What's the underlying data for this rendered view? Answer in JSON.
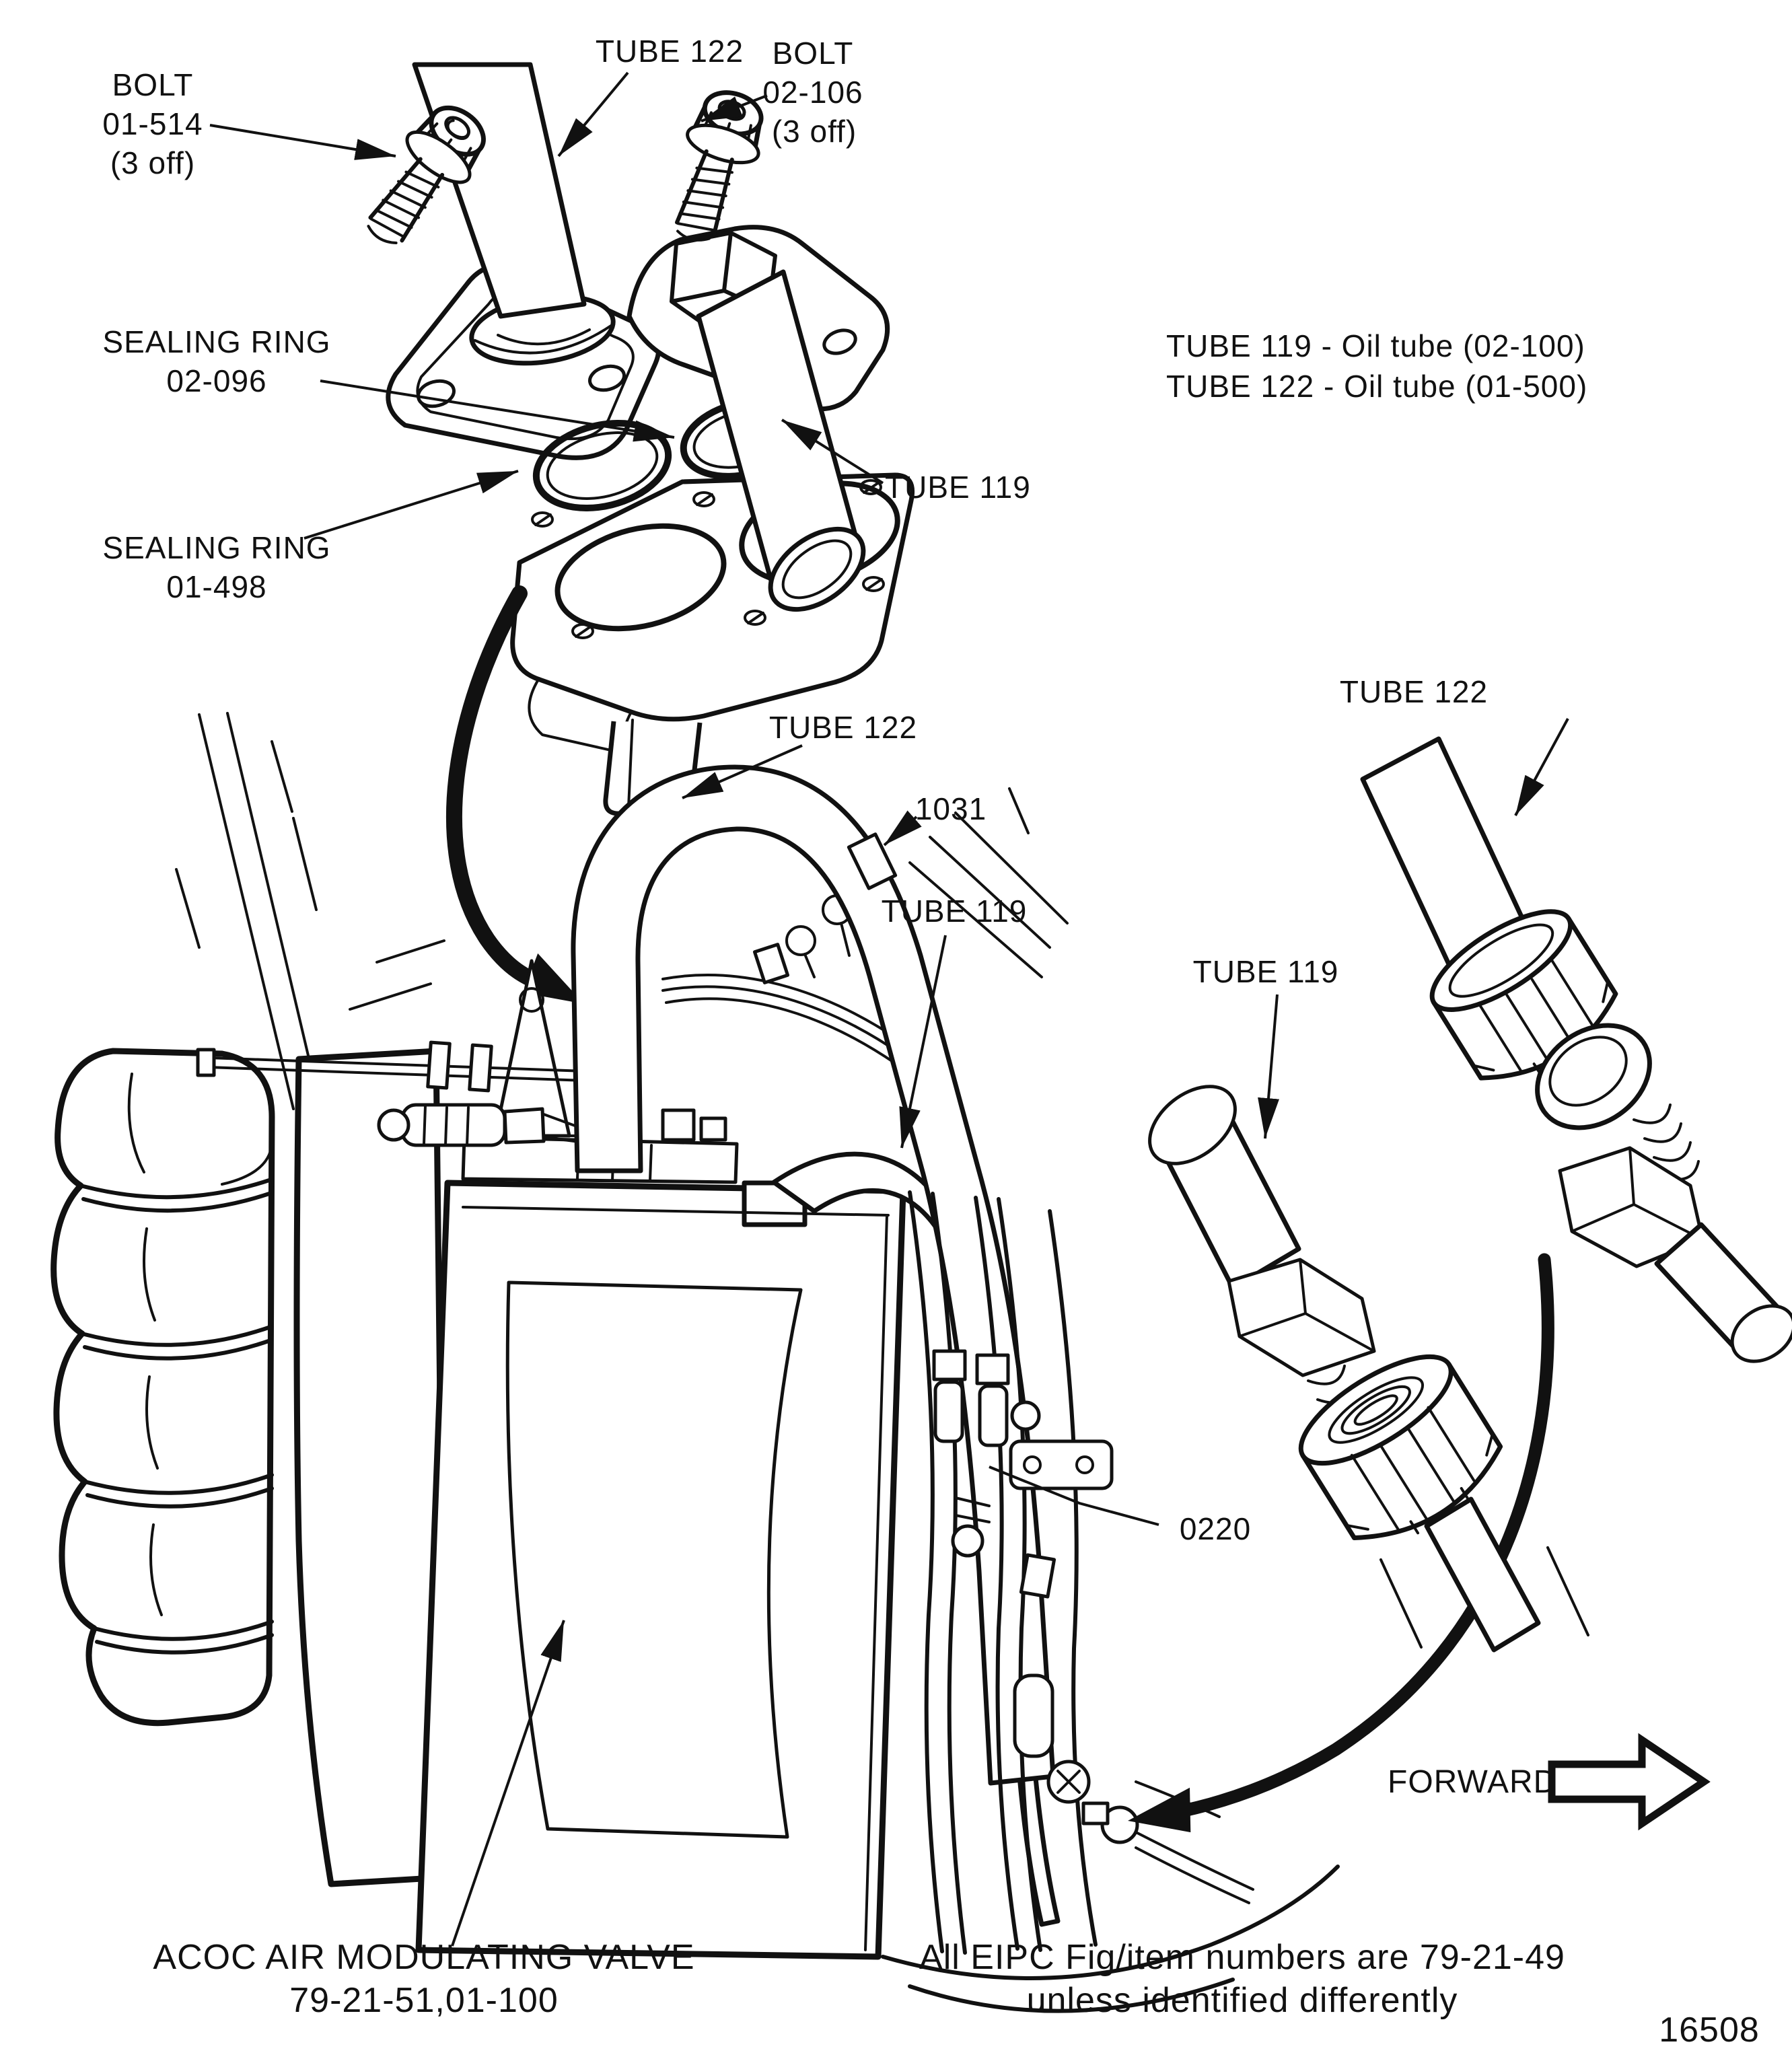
{
  "colors": {
    "ink": "#111111",
    "paper": "#ffffff"
  },
  "labels": {
    "bolt_01_514": {
      "l1": "BOLT",
      "l2": "01-514",
      "l3": "(3 off)"
    },
    "tube_122_top": "TUBE 122",
    "bolt_02_106": {
      "l1": "BOLT",
      "l2": "02-106",
      "l3": "(3 off)"
    },
    "sealing_ring_02_096": {
      "l1": "SEALING RING",
      "l2": "02-096"
    },
    "tube_119_top": "TUBE 119",
    "legend": {
      "l1": "TUBE 119 - Oil tube (02-100)",
      "l2": "TUBE 122 - Oil tube (01-500)"
    },
    "sealing_ring_01_498": {
      "l1": "SEALING RING",
      "l2": "01-498"
    },
    "tube_122_mid": "TUBE 122",
    "item_1031": "1031",
    "tube_119_mid": "TUBE 119",
    "tube_122_detail": "TUBE 122",
    "tube_119_detail": "TUBE 119",
    "item_0220": "0220",
    "forward": "FORWARD",
    "caption_left": {
      "l1": "ACOC AIR MODULATING VALVE",
      "l2": "79-21-51,01-100"
    },
    "caption_right": {
      "l1": "All EIPC Fig/item numbers are 79-21-49",
      "l2": "unless identified differently"
    },
    "figure_number": "16508"
  }
}
